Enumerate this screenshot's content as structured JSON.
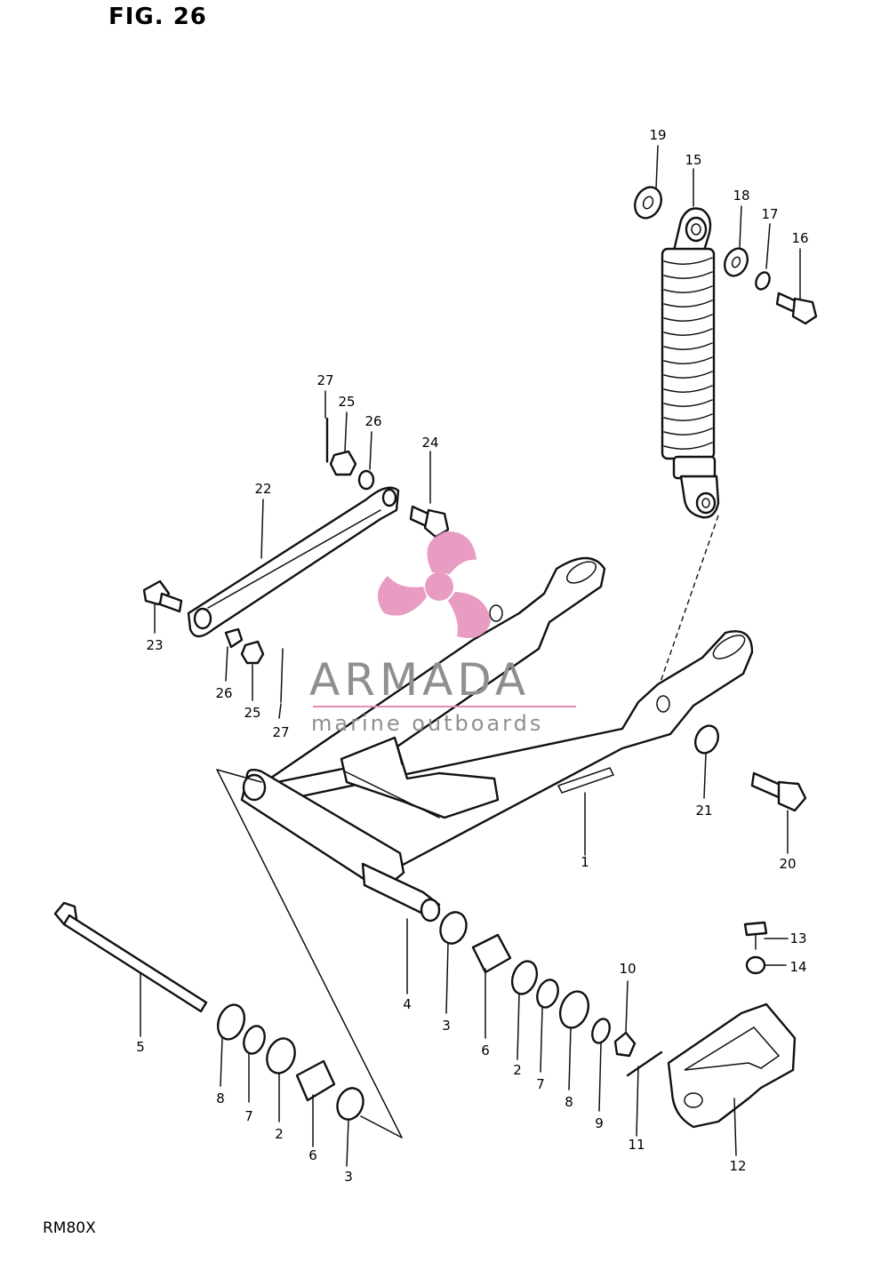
{
  "figure": {
    "title": "FIG. 26",
    "model": "RM80X"
  },
  "watermark": {
    "brand": "ARMADA",
    "tagline": "marine outboards",
    "color_primary": "#e58bb8",
    "color_text": "#8f8f8f"
  },
  "callouts": [
    {
      "id": "c19",
      "label": "19"
    },
    {
      "id": "c15",
      "label": "15"
    },
    {
      "id": "c18",
      "label": "18"
    },
    {
      "id": "c17",
      "label": "17"
    },
    {
      "id": "c16",
      "label": "16"
    },
    {
      "id": "c27a",
      "label": "27"
    },
    {
      "id": "c25a",
      "label": "25"
    },
    {
      "id": "c26a",
      "label": "26"
    },
    {
      "id": "c24",
      "label": "24"
    },
    {
      "id": "c22",
      "label": "22"
    },
    {
      "id": "c23",
      "label": "23"
    },
    {
      "id": "c26b",
      "label": "26"
    },
    {
      "id": "c25b",
      "label": "25"
    },
    {
      "id": "c27b",
      "label": "27"
    },
    {
      "id": "c21",
      "label": "21"
    },
    {
      "id": "c20",
      "label": "20"
    },
    {
      "id": "c1",
      "label": "1"
    },
    {
      "id": "c4",
      "label": "4"
    },
    {
      "id": "c3a",
      "label": "3"
    },
    {
      "id": "c6a",
      "label": "6"
    },
    {
      "id": "c2a",
      "label": "2"
    },
    {
      "id": "c7a",
      "label": "7"
    },
    {
      "id": "c8a",
      "label": "8"
    },
    {
      "id": "c9",
      "label": "9"
    },
    {
      "id": "c10",
      "label": "10"
    },
    {
      "id": "c11",
      "label": "11"
    },
    {
      "id": "c13",
      "label": "13"
    },
    {
      "id": "c14",
      "label": "14"
    },
    {
      "id": "c12",
      "label": "12"
    },
    {
      "id": "c5",
      "label": "5"
    },
    {
      "id": "c8b",
      "label": "8"
    },
    {
      "id": "c7b",
      "label": "7"
    },
    {
      "id": "c2b",
      "label": "2"
    },
    {
      "id": "c6b",
      "label": "6"
    },
    {
      "id": "c3b",
      "label": "3"
    }
  ]
}
